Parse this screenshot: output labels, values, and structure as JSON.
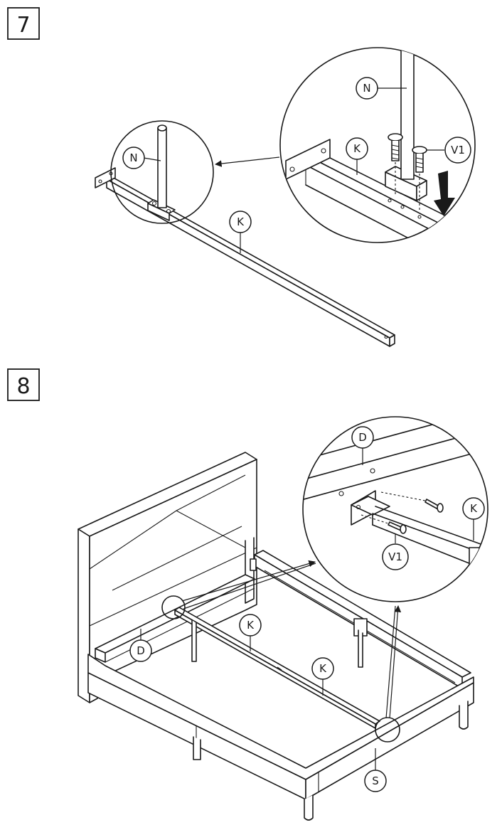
{
  "steps": [
    {
      "number": "7"
    },
    {
      "number": "8"
    }
  ],
  "part_labels": {
    "leg": "N",
    "side_rail": "K",
    "screw": "V1",
    "headboard_rail": "D",
    "footboard_side": "S"
  }
}
